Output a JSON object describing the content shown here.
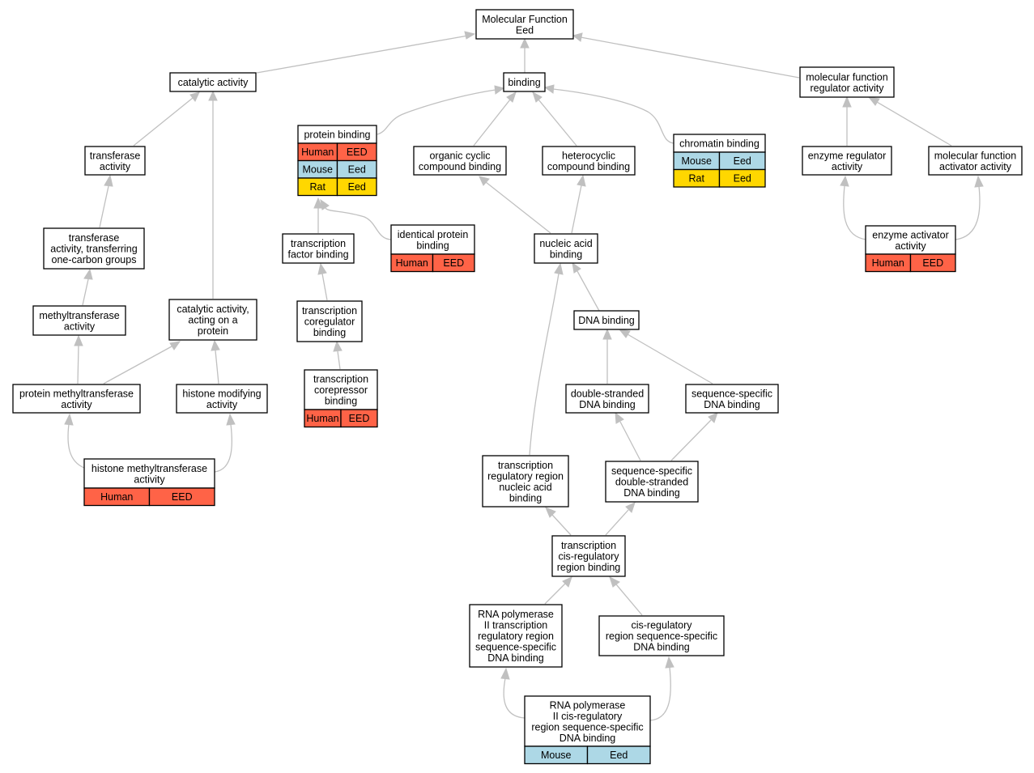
{
  "colors": {
    "Human": "#ff6347",
    "Mouse": "#add8e6",
    "Rat": "#ffd700",
    "edge": "#c0c0c0"
  },
  "nodes": [
    {
      "id": "mf",
      "lines": [
        "Molecular Function",
        "Eed"
      ]
    },
    {
      "id": "catalytic",
      "lines": [
        "catalytic activity"
      ]
    },
    {
      "id": "binding",
      "lines": [
        "binding"
      ]
    },
    {
      "id": "mfreg",
      "lines": [
        "molecular function",
        "regulator activity"
      ]
    },
    {
      "id": "transferase",
      "lines": [
        "transferase",
        "activity"
      ]
    },
    {
      "id": "protbind",
      "lines": [
        "protein binding"
      ],
      "rows": [
        [
          "Human",
          "EED"
        ],
        [
          "Mouse",
          "Eed"
        ],
        [
          "Rat",
          "Eed"
        ]
      ]
    },
    {
      "id": "orgcyc",
      "lines": [
        "organic cyclic",
        "compound binding"
      ]
    },
    {
      "id": "hetcyc",
      "lines": [
        "heterocyclic",
        "compound binding"
      ]
    },
    {
      "id": "chromatin",
      "lines": [
        "chromatin binding"
      ],
      "rows": [
        [
          "Mouse",
          "Eed"
        ],
        [
          "Rat",
          "Eed"
        ]
      ]
    },
    {
      "id": "enzreg",
      "lines": [
        "enzyme regulator",
        "activity"
      ]
    },
    {
      "id": "mfact",
      "lines": [
        "molecular function",
        "activator activity"
      ]
    },
    {
      "id": "onecarbon",
      "lines": [
        "transferase",
        "activity, transferring",
        "one-carbon groups"
      ]
    },
    {
      "id": "tfbind",
      "lines": [
        "transcription",
        "factor binding"
      ]
    },
    {
      "id": "identprot",
      "lines": [
        "identical protein",
        "binding"
      ],
      "rows": [
        [
          "Human",
          "EED"
        ]
      ]
    },
    {
      "id": "nucacid",
      "lines": [
        "nucleic acid",
        "binding"
      ]
    },
    {
      "id": "enzact",
      "lines": [
        "enzyme activator",
        "activity"
      ],
      "rows": [
        [
          "Human",
          "EED"
        ]
      ]
    },
    {
      "id": "methyltr",
      "lines": [
        "methyltransferase",
        "activity"
      ]
    },
    {
      "id": "catprot",
      "lines": [
        "catalytic activity,",
        "acting on a",
        "protein"
      ]
    },
    {
      "id": "coreg",
      "lines": [
        "transcription",
        "coregulator",
        "binding"
      ]
    },
    {
      "id": "dnabind",
      "lines": [
        "DNA binding"
      ]
    },
    {
      "id": "protmeth",
      "lines": [
        "protein methyltransferase",
        "activity"
      ]
    },
    {
      "id": "histmod",
      "lines": [
        "histone modifying",
        "activity"
      ]
    },
    {
      "id": "corepr",
      "lines": [
        "transcription",
        "corepressor",
        "binding"
      ],
      "rows": [
        [
          "Human",
          "EED"
        ]
      ]
    },
    {
      "id": "dsdna",
      "lines": [
        "double-stranded",
        "DNA binding"
      ]
    },
    {
      "id": "seqspec",
      "lines": [
        "sequence-specific",
        "DNA binding"
      ]
    },
    {
      "id": "histmeth",
      "lines": [
        "histone methyltransferase",
        "activity"
      ],
      "rows": [
        [
          "Human",
          "EED"
        ]
      ]
    },
    {
      "id": "treg",
      "lines": [
        "transcription",
        "regulatory region",
        "nucleic acid",
        "binding"
      ]
    },
    {
      "id": "seqds",
      "lines": [
        "sequence-specific",
        "double-stranded",
        "DNA binding"
      ]
    },
    {
      "id": "cisreg",
      "lines": [
        "transcription",
        "cis-regulatory",
        "region binding"
      ]
    },
    {
      "id": "rnapol2",
      "lines": [
        "RNA polymerase",
        "II transcription",
        "regulatory region",
        "sequence-specific",
        "DNA binding"
      ]
    },
    {
      "id": "cisseq",
      "lines": [
        "cis-regulatory",
        "region sequence-specific",
        "DNA binding"
      ]
    },
    {
      "id": "rnapolcis",
      "lines": [
        "RNA polymerase",
        "II cis-regulatory",
        "region sequence-specific",
        "DNA binding"
      ],
      "rows": [
        [
          "Mouse",
          "Eed"
        ]
      ]
    }
  ]
}
